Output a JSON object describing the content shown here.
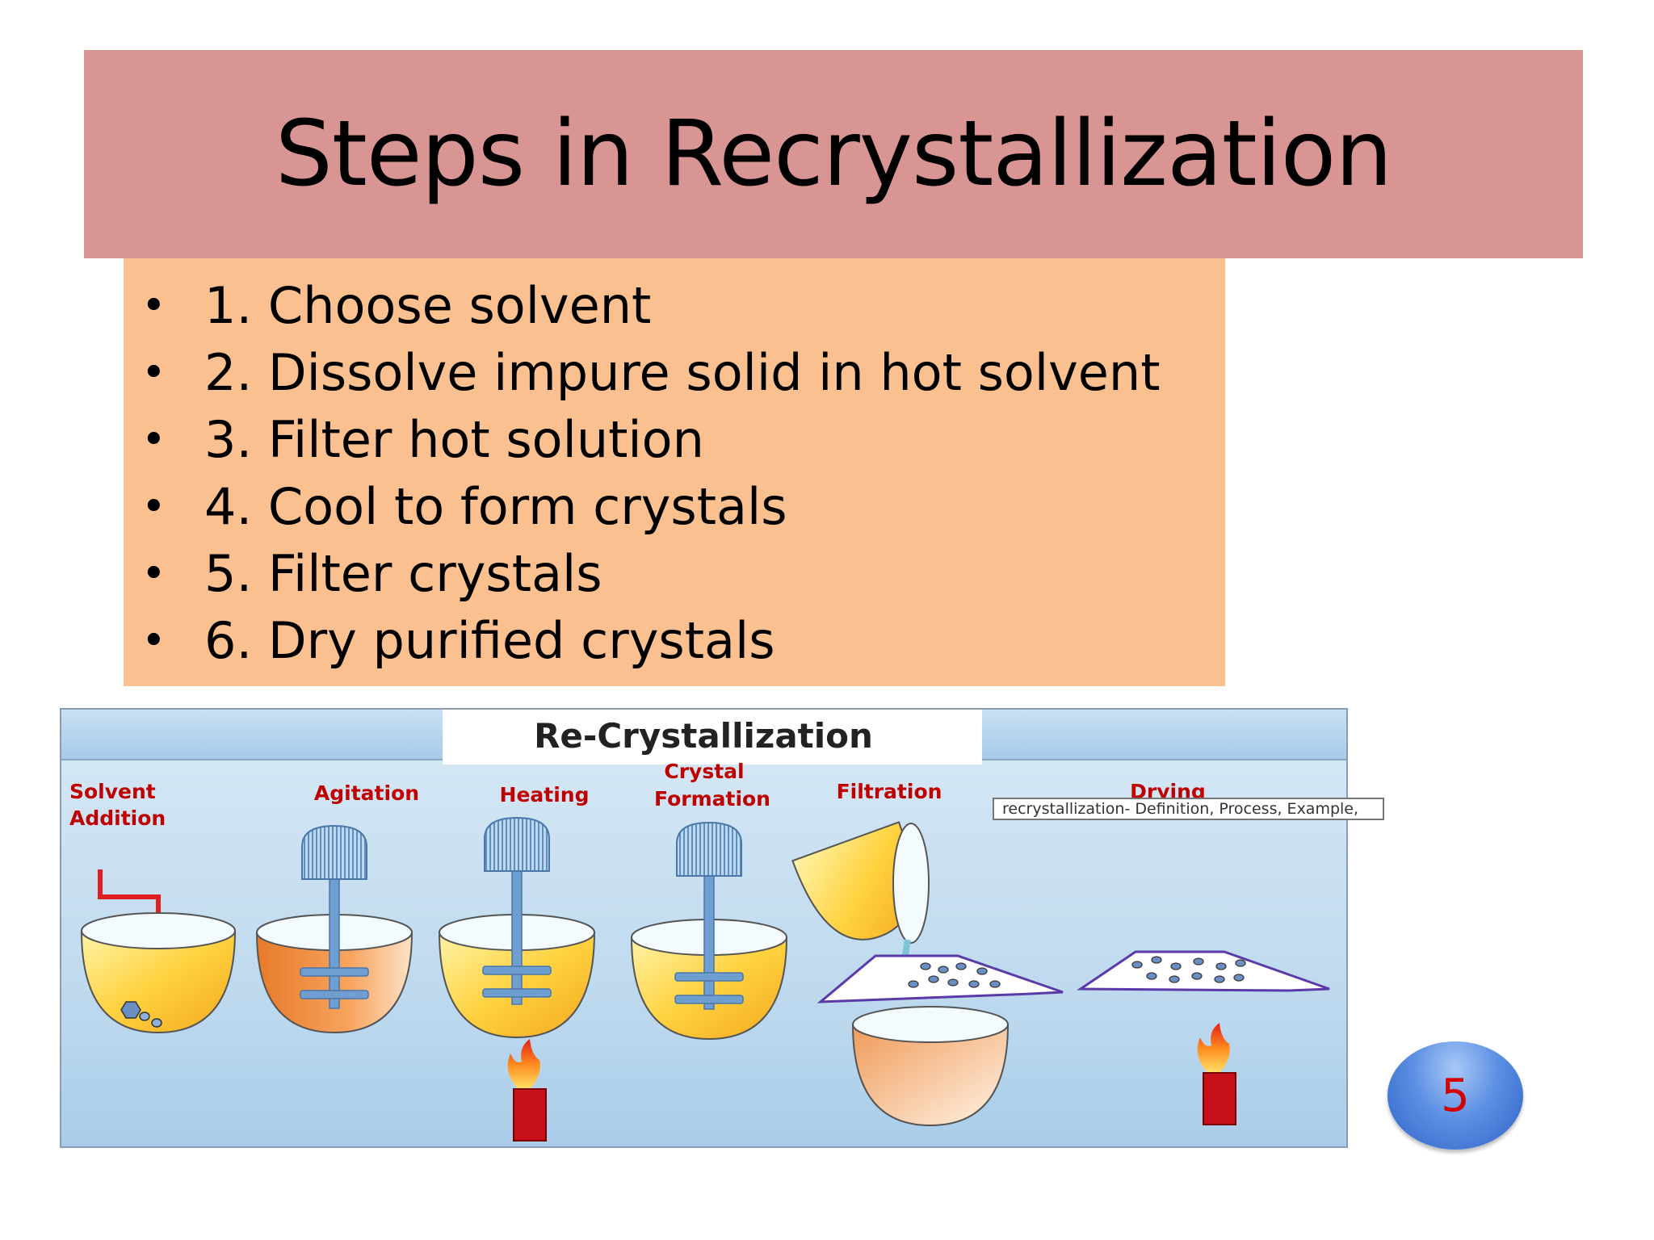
{
  "slide": {
    "title": "Steps in Recrystallization",
    "bullet_symbol": "•",
    "steps": [
      "1. Choose solvent",
      "2. Dissolve impure solid in hot solvent",
      "3. Filter hot solution",
      "4. Cool to form crystals",
      "5. Filter crystals",
      "6. Dry purified crystals"
    ],
    "page_number": "5"
  },
  "figure": {
    "heading": "Re-Crystallization",
    "stages": {
      "solvent_line1": "Solvent",
      "solvent_line2": "Addition",
      "agitation": "Agitation",
      "heating": "Heating",
      "crystal_line1": "Crystal",
      "crystal_line2": "Formation",
      "filtration": "Filtration",
      "drying": "Drying"
    },
    "tooltip": "recrystallization- Definition, Process, Example,"
  },
  "colors": {
    "title_bg": "#d99594",
    "bullets_bg": "#fac090",
    "label_red": "#c00000",
    "page_number_text": "#d40000"
  }
}
